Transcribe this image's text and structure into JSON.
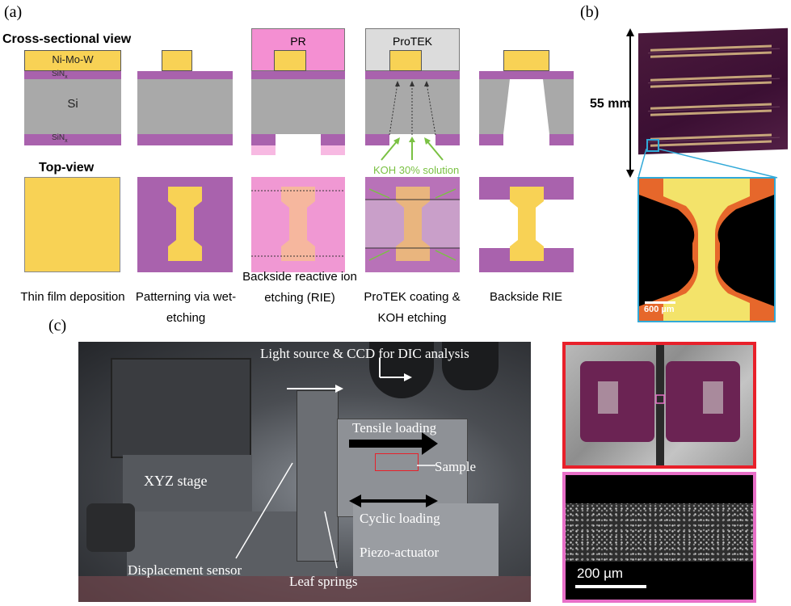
{
  "panel_labels": {
    "a": "(a)",
    "b": "(b)",
    "c": "(c)"
  },
  "headings": {
    "cross_section": "Cross-sectional view",
    "top_view": "Top-view"
  },
  "layers": {
    "metal": "Ni-Mo-W",
    "sinx_top": "SiN",
    "sinx_bottom": "SiN",
    "sinx_sub": "x",
    "si": "Si",
    "pr": "PR",
    "protek": "ProTEK"
  },
  "koh_label": "KOH 30% solution",
  "steps": [
    {
      "caption": "Thin film deposition"
    },
    {
      "caption": "Patterning via wet-etching"
    },
    {
      "caption": "Backside reactive ion etching (RIE)"
    },
    {
      "caption": "ProTEK coating & KOH etching"
    },
    {
      "caption": "Backside RIE"
    }
  ],
  "panel_b": {
    "dimension": "55 mm",
    "scale_bar": "600 µm"
  },
  "panel_c": {
    "labels": {
      "light": "Light source & CCD for DIC analysis",
      "tensile": "Tensile loading",
      "sample": "Sample",
      "xyz": "XYZ stage",
      "cyclic": "Cyclic loading",
      "piezo": "Piezo-actuator",
      "displacement": "Displacement sensor",
      "leaf": "Leaf springs"
    },
    "scale_bar": "200 µm"
  },
  "colors": {
    "metal": "#f8d255",
    "sinx": "#a962ad",
    "si": "#a9a9a9",
    "pr": "#f48fd2",
    "protek": "#dcdcdc",
    "koh": "#7ac143",
    "red_frame": "#e8202a",
    "pink_frame": "#e86fc8",
    "blue_frame": "#31a9d8"
  }
}
